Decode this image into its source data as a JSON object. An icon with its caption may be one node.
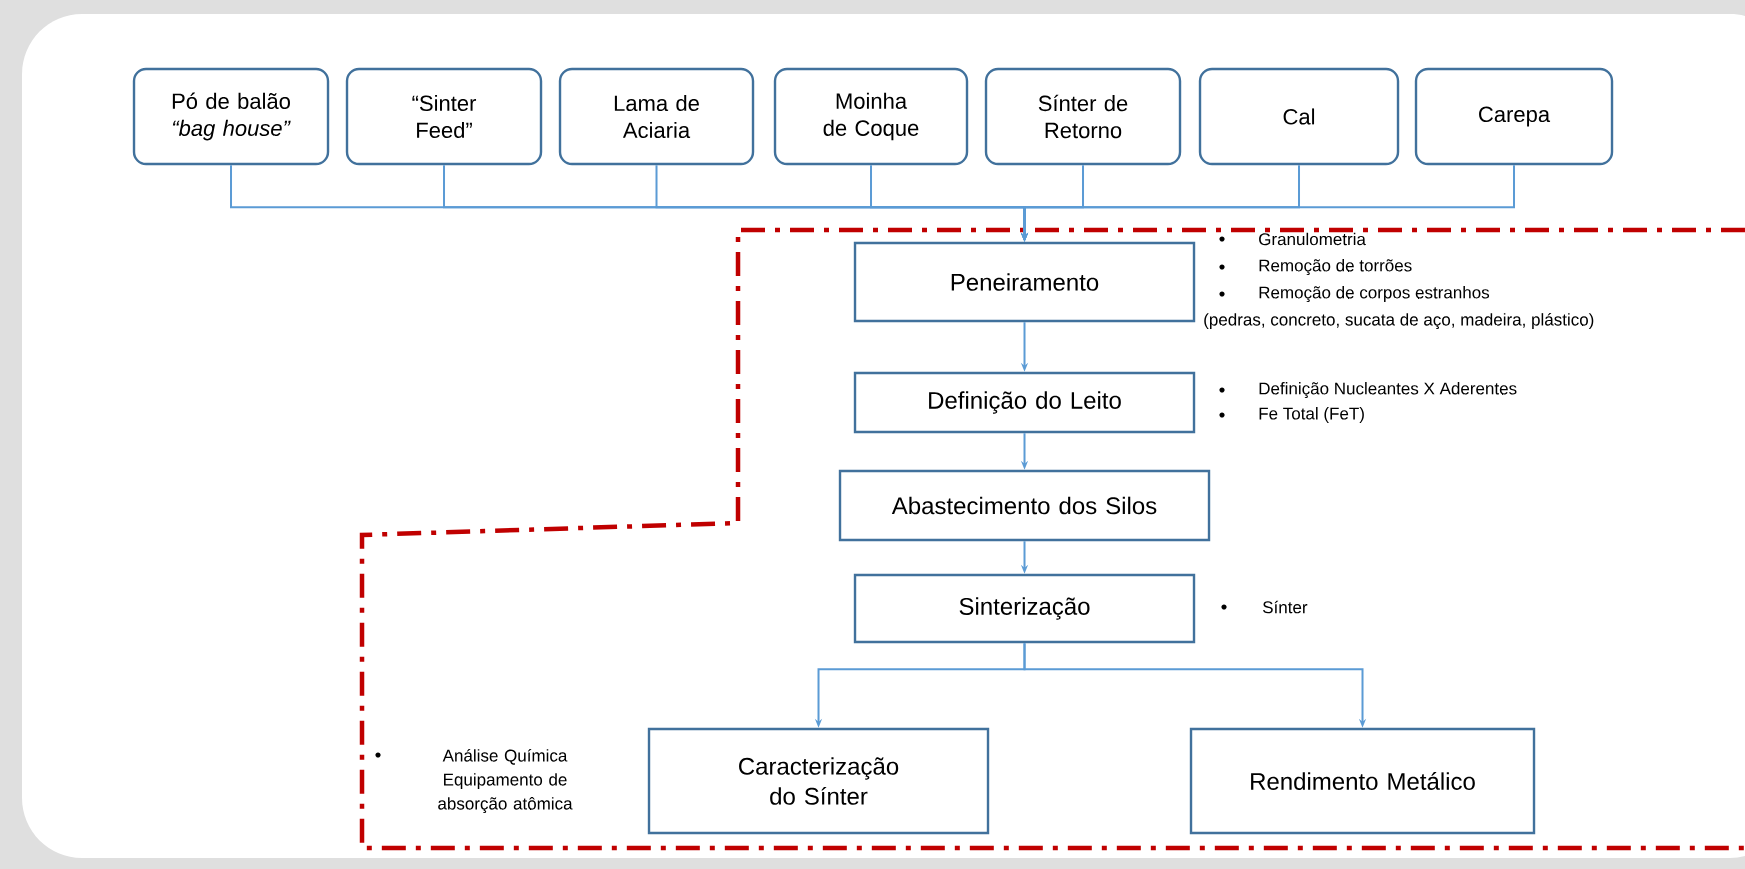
{
  "diagram": {
    "nodes": [
      {
        "text": [
          "Pó de balão *“bag house”*"
        ]
      },
      {
        "text": [
          "“Sinter Feed”"
        ]
      },
      {
        "text": [
          "Lama de Aciaria"
        ]
      },
      {
        "text": [
          "Moinha de Coque"
        ]
      },
      {
        "text": [
          "Sínter de Retorno"
        ]
      },
      {
        "text": [
          "Cal"
        ]
      },
      {
        "text": [
          "Carepa"
        ]
      },
      {
        "text": [
          "Peneiramento"
        ],
        "beside": [
          "Granulometria",
          "Remoção de torrões",
          "Remoção de corpos estranhos",
          "(pedras, concreto, sucata de aço, madeira, plástico)"
        ]
      },
      {
        "text": [
          "Definição do Leito"
        ],
        "beside": [
          "Definição Nucleantes X Aderentes",
          "Fe Total (FeT)"
        ]
      },
      {
        "text": [
          "Abastecimento dos Silos"
        ]
      },
      {
        "text": [
          "Sinterização"
        ]
      },
      {
        "text": [
          "Caracterização do Sínter"
        ]
      },
      {
        "text": [
          "Rendimento Metálico"
        ]
      }
    ],
    "edges": [
      {
        "from": 0,
        "to": 7,
        "arrow": "to"
      },
      {
        "from": 1,
        "to": 7,
        "arrow": "to"
      },
      {
        "from": 2,
        "to": 7,
        "arrow": "to"
      },
      {
        "from": 3,
        "to": 7,
        "arrow": "to"
      },
      {
        "from": 4,
        "to": 7,
        "arrow": "to"
      },
      {
        "from": 5,
        "to": 7,
        "arrow": "to"
      },
      {
        "from": 6,
        "to": 7,
        "arrow": "to"
      },
      {
        "from": 7,
        "to": 8,
        "arrow": "to"
      },
      {
        "from": 8,
        "to": 9,
        "arrow": "to"
      },
      {
        "from": 9,
        "to": 10,
        "arrow": "to"
      },
      {
        "from": 10,
        "to": 11,
        "arrow": "to"
      },
      {
        "from": 10,
        "to": 12,
        "arrow": "to"
      }
    ],
    "labels": [
      "Sínter",
      "Análise Química Equipamento de absorção atômica"
    ]
  }
}
